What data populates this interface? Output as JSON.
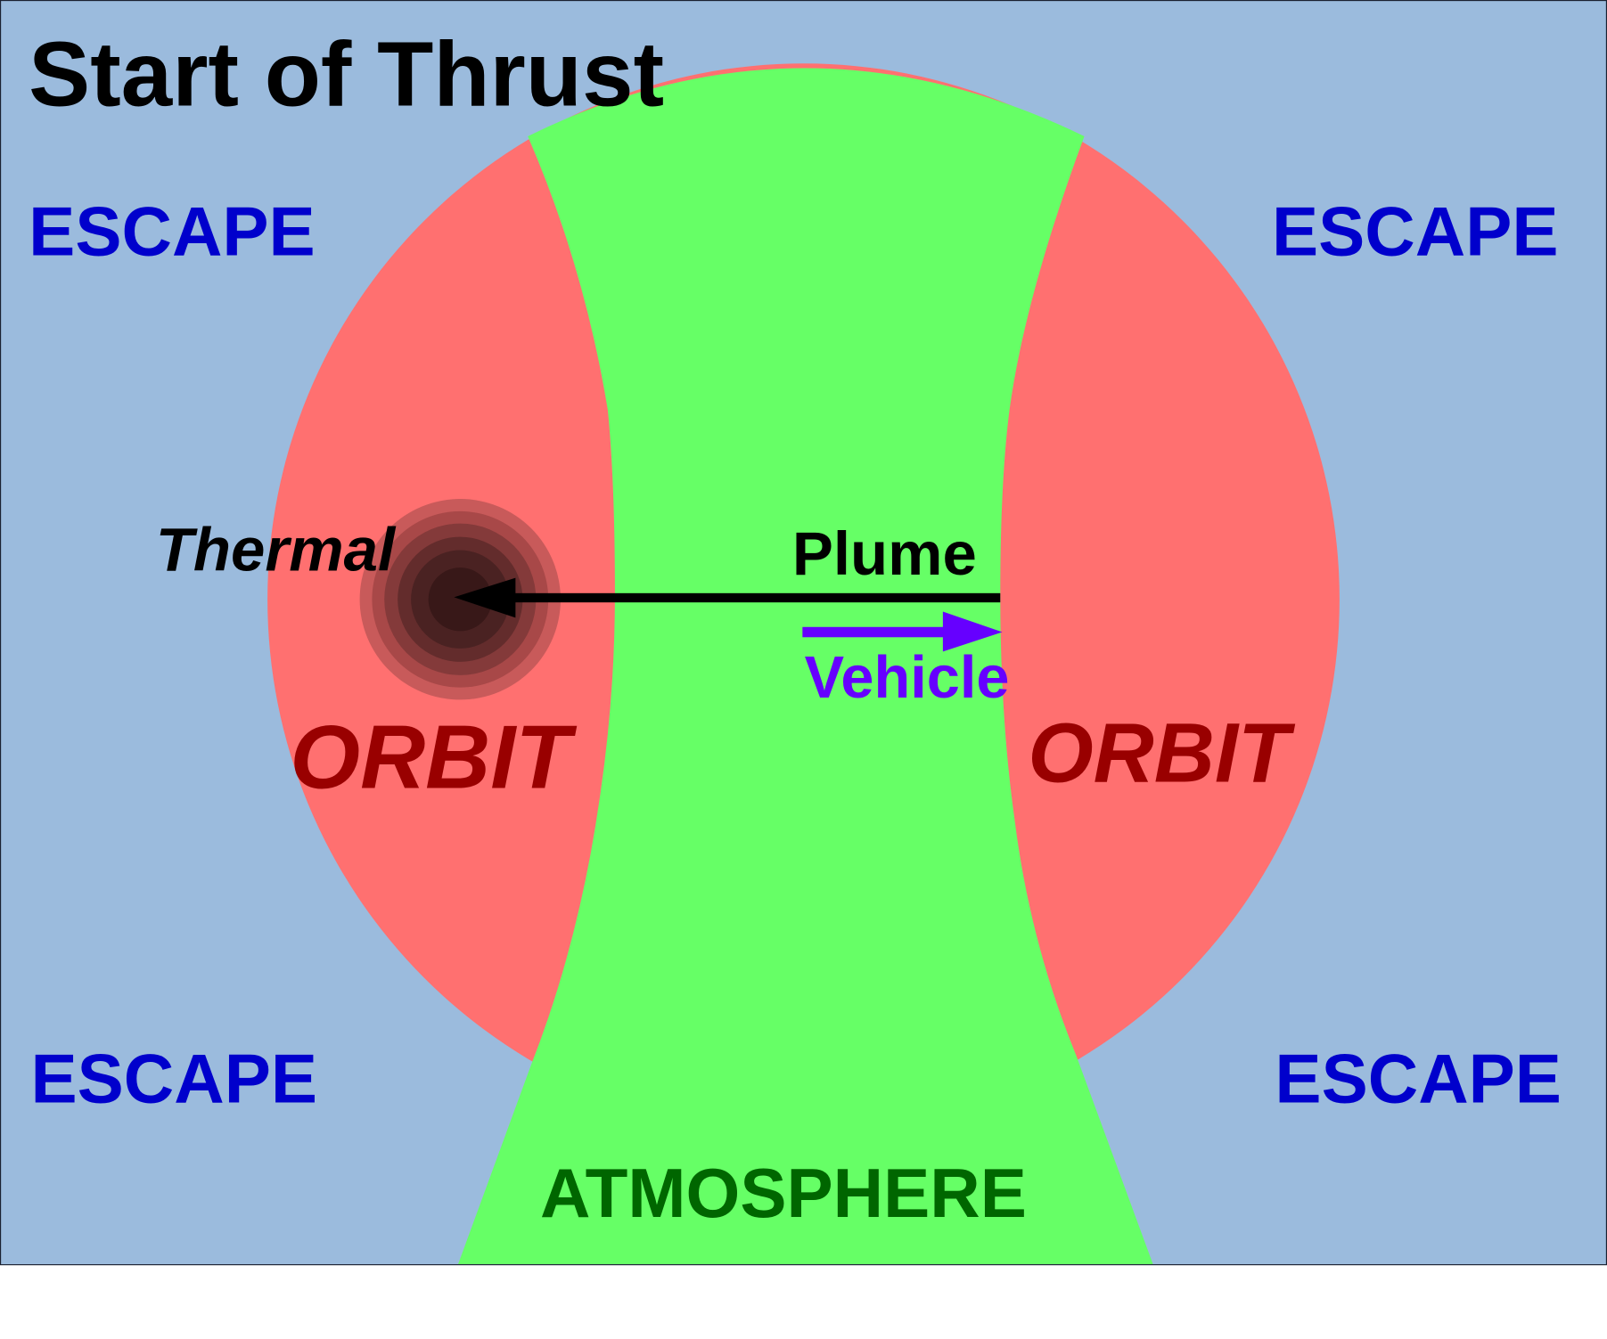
{
  "title": "Start of Thrust",
  "regions": {
    "escape_label": "ESCAPE",
    "orbit_label": "ORBIT",
    "atmosphere_label": "ATMOSPHERE"
  },
  "labels": {
    "thermal": "Thermal",
    "plume": "Plume",
    "vehicle": "Vehicle"
  },
  "colors": {
    "background": "#9bbbdd",
    "orbit": "#ff7070",
    "atmosphere": "#66ff66",
    "escape_text": "#0000cc",
    "orbit_text": "#990000",
    "atmosphere_text": "#006600",
    "vehicle": "#6600ff"
  }
}
